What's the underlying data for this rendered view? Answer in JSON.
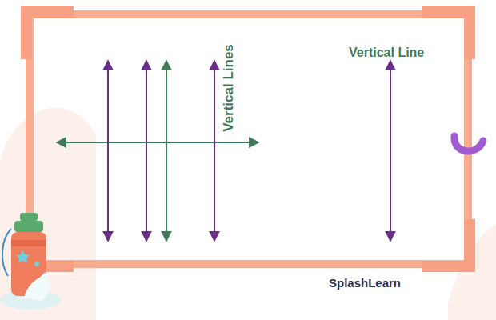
{
  "diagram": {
    "labels": [
      "Vertical Lines",
      "Vertical Line",
      "SplashLearn"
    ]
  }
}
